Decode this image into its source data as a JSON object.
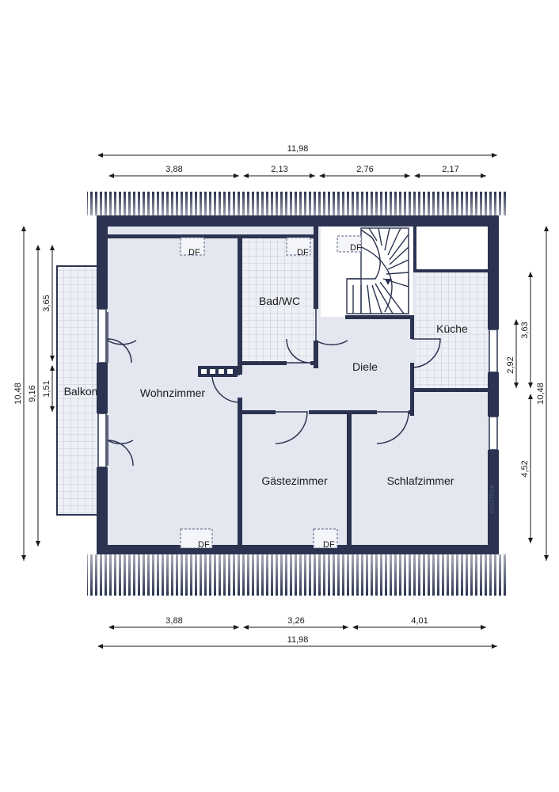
{
  "rooms": {
    "wohnzimmer": "Wohnzimmer",
    "bad": "Bad/WC",
    "kueche": "Küche",
    "diele": "Diele",
    "balkon": "Balkon",
    "gaestezimmer": "Gästezimmer",
    "schlafzimmer": "Schlafzimmer"
  },
  "markers": {
    "df": "DF"
  },
  "dimensions": {
    "top_total": "11,98",
    "top_segments": [
      "3,88",
      "2,13",
      "2,76",
      "2,17"
    ],
    "bottom_segments": [
      "3,88",
      "3,26",
      "4,01"
    ],
    "bottom_total": "11,98",
    "left_outer": "10,48",
    "left_middle": "9,16",
    "left_upper": "3,65",
    "left_lower": "1,51",
    "right_outer": "10,48",
    "right_upper": "3,63",
    "right_inner": "2,92",
    "right_lower": "4,52"
  },
  "logo": {
    "text": "onOffice"
  },
  "colors": {
    "wall": "#2b3350",
    "floor": "#e4e7f0",
    "tile_grid": "#b8bfd2",
    "roof_stripe": "#2b3350"
  }
}
